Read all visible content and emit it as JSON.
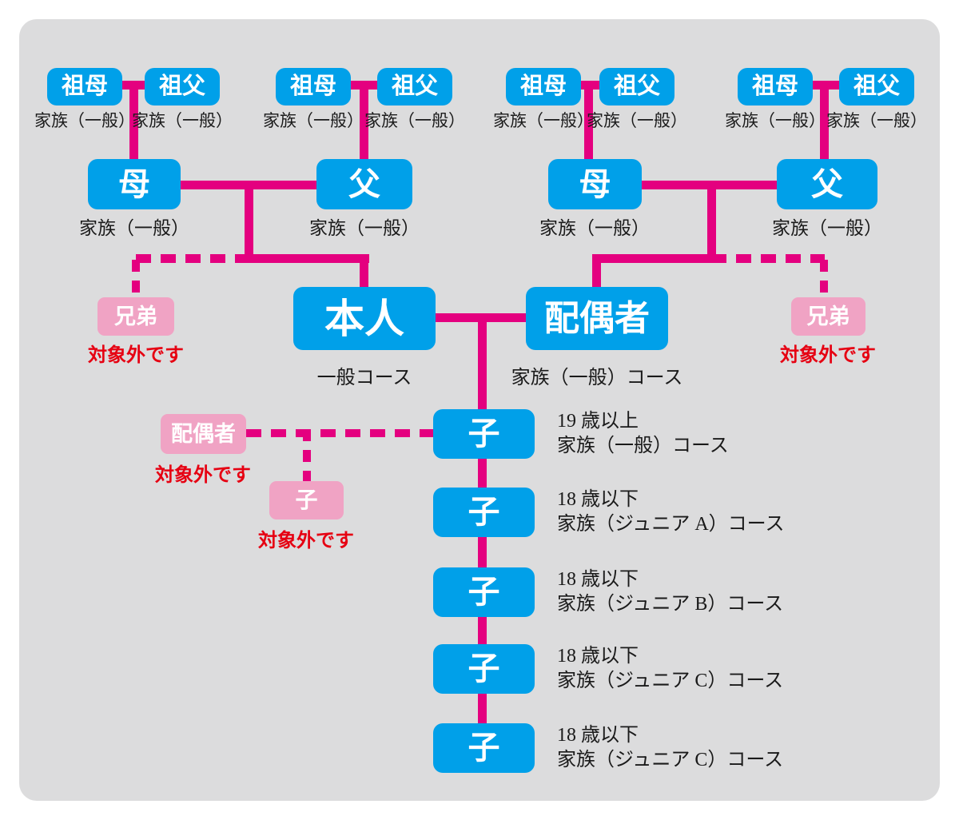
{
  "palette": {
    "background": "#ffffff",
    "panel_gray": "#dcdcdd",
    "box_blue": "#00a0e9",
    "box_pink": "#f0a3c4",
    "line_magenta": "#e4007f",
    "note_red": "#e60012",
    "label_black": "#1a1a1a",
    "box_text_white": "#ffffff"
  },
  "grandparents": [
    {
      "label": "祖母",
      "course": "家族（一般）"
    },
    {
      "label": "祖父",
      "course": "家族（一般）"
    },
    {
      "label": "祖母",
      "course": "家族（一般）"
    },
    {
      "label": "祖父",
      "course": "家族（一般）"
    },
    {
      "label": "祖母",
      "course": "家族（一般）"
    },
    {
      "label": "祖父",
      "course": "家族（一般）"
    },
    {
      "label": "祖母",
      "course": "家族（一般）"
    },
    {
      "label": "祖父",
      "course": "家族（一般）"
    }
  ],
  "parents": [
    {
      "label": "母",
      "course": "家族（一般）"
    },
    {
      "label": "父",
      "course": "家族（一般）"
    },
    {
      "label": "母",
      "course": "家族（一般）"
    },
    {
      "label": "父",
      "course": "家族（一般）"
    }
  ],
  "generation3": {
    "sibling_left": {
      "label": "兄弟",
      "note": "対象外です"
    },
    "self": {
      "label": "本人",
      "course": "一般コース"
    },
    "spouse": {
      "label": "配偶者",
      "course": "家族（一般）コース"
    },
    "sibling_right": {
      "label": "兄弟",
      "note": "対象外です"
    }
  },
  "excluded": {
    "spouse": {
      "label": "配偶者",
      "note": "対象外です"
    },
    "child": {
      "label": "子",
      "note": "対象外です"
    }
  },
  "children": [
    {
      "label": "子",
      "age": "19 歳以上",
      "course": "家族（一般）コース"
    },
    {
      "label": "子",
      "age": "18 歳以下",
      "course": "家族（ジュニア A）コース"
    },
    {
      "label": "子",
      "age": "18 歳以下",
      "course": "家族（ジュニア B）コース"
    },
    {
      "label": "子",
      "age": "18 歳以下",
      "course": "家族（ジュニア C）コース"
    },
    {
      "label": "子",
      "age": "18 歳以下",
      "course": "家族（ジュニア C）コース"
    }
  ]
}
